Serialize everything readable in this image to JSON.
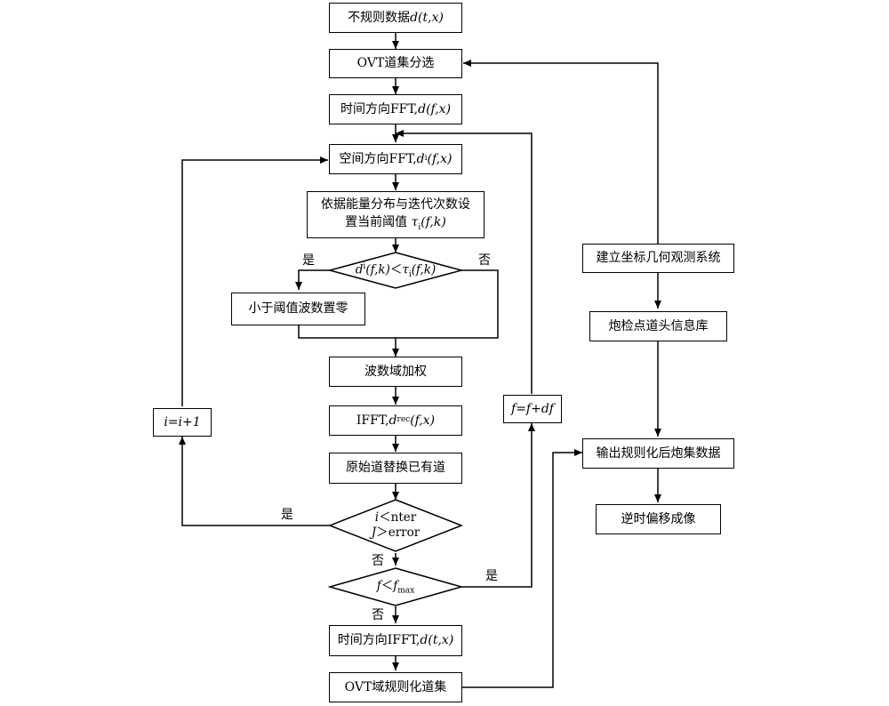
{
  "nodes": {
    "n1": {
      "text": "不规则数据",
      "math": "d(t,x)"
    },
    "n2": {
      "text": "OVT道集分选"
    },
    "n3": {
      "text": "时间方向FFT, ",
      "math": "d(f,x)"
    },
    "n4": {
      "text": "空间方向FFT, ",
      "math_base": "d",
      "math_sup": "i",
      "math_rest": "(f,x)"
    },
    "n5": {
      "line1": "依据能量分布与迭代次数设",
      "line2": "置当前阈值",
      "math_base": "τ",
      "math_sub": "i",
      "math_rest": "(f,k)"
    },
    "d1": {
      "left_base": "d",
      "left_sup": "i",
      "left_rest": "(f,k)",
      "op": "＜",
      "right_base": "τ",
      "right_sub": "i",
      "right_rest": "(f,k)"
    },
    "n6": {
      "text": "小于阈值波数置零"
    },
    "n7": {
      "text": "波数域加权"
    },
    "n8": {
      "text": "IFFT,",
      "math_base": "d",
      "math_sup": "rec",
      "math_rest": "(f,x)"
    },
    "n9": {
      "text": "原始道替换已有道"
    },
    "d2": {
      "line1_var": "i",
      "line1_op": "＜",
      "line1_rest": "nter",
      "line2_var": "J",
      "line2_op": "＞",
      "line2_rest": "error"
    },
    "d3": {
      "var": "f",
      "op": "＜",
      "base": "f",
      "sub": "max"
    },
    "n10": {
      "text": "时间方向IFFT,",
      "math": "d(t,x)"
    },
    "n11": {
      "text": "OVT域规则化道集"
    },
    "iter": {
      "text": "i=i+1"
    },
    "freq": {
      "text": "f=f+df"
    },
    "r1": {
      "text": "建立坐标几何观测系统"
    },
    "r2": {
      "text": "炮检点道头信息库"
    },
    "r3": {
      "text": "输出规则化后炮集数据"
    },
    "r4": {
      "text": "逆时偏移成像"
    }
  },
  "edge_labels": {
    "d1_yes": "是",
    "d1_no": "否",
    "d2_yes": "是",
    "d2_no": "否",
    "d3_yes": "是",
    "d3_no": "否"
  }
}
